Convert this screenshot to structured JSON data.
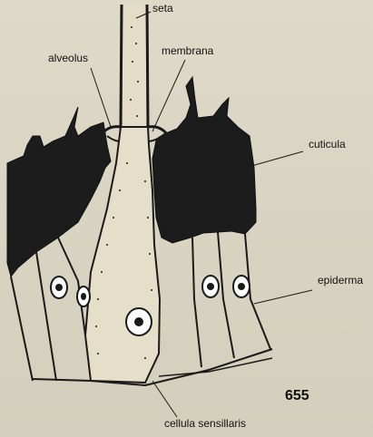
{
  "labels": {
    "seta": "seta",
    "alveolus": "alveolus",
    "membrana": "membrana",
    "cuticula": "cuticula",
    "epiderma": "epiderma",
    "cellula_sensillaris": "cellula sensillaris"
  },
  "figure_number": "655",
  "colors": {
    "background": "#ddd8c6",
    "ink": "#1a1a1a",
    "cuticle_fill": "#1c1c1c"
  }
}
